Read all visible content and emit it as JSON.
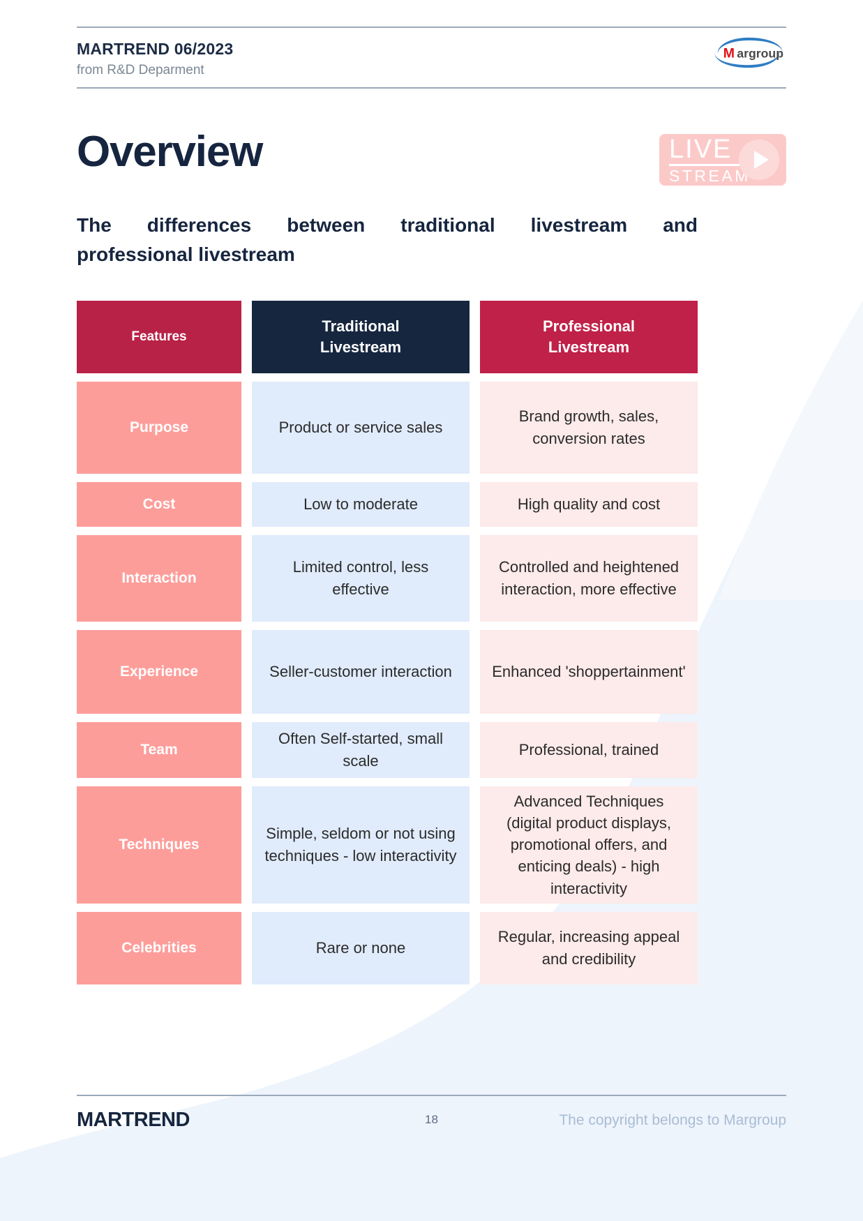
{
  "header": {
    "title": "MARTREND 06/2023",
    "subtitle": "from R&D Deparment",
    "logo_name": "Margroup",
    "logo_mark": "M",
    "logo_rest": "argroup"
  },
  "hero": {
    "title": "Overview",
    "badge": {
      "live": "LIVE",
      "stream": "STREAM",
      "play_icon": "play-icon"
    },
    "subtitle_line1": "The differences between traditional livestream and",
    "subtitle_line2": "professional livestream"
  },
  "table": {
    "columns": [
      "Features",
      "Traditional\nLivestream",
      "Professional\nLivestream"
    ],
    "headers": {
      "features": "Features",
      "traditional_l1": "Traditional",
      "traditional_l2": "Livestream",
      "professional_l1": "Professional",
      "professional_l2": "Livestream"
    },
    "rows": [
      {
        "feature": "Purpose",
        "traditional": "Product or service sales",
        "professional": "Brand growth, sales, conversion rates"
      },
      {
        "feature": "Cost",
        "traditional": "Low to moderate",
        "professional": "High quality and cost"
      },
      {
        "feature": "Interaction",
        "traditional": "Limited control, less effective",
        "professional": "Controlled and heightened interaction, more effective"
      },
      {
        "feature": "Experience",
        "traditional": "Seller-customer interaction",
        "professional": "Enhanced 'shoppertainment'"
      },
      {
        "feature": "Team",
        "traditional": "Often Self-started, small scale",
        "professional": "Professional, trained"
      },
      {
        "feature": "Techniques",
        "traditional": "Simple, seldom or not using techniques - low interactivity",
        "professional": "Advanced Techniques (digital product displays, promotional offers, and enticing deals) - high interactivity"
      },
      {
        "feature": "Celebrities",
        "traditional": "Rare or none",
        "professional": "Regular, increasing appeal and credibility"
      }
    ]
  },
  "footer": {
    "brand": "MARTREND",
    "page_number": "18",
    "copyright": "The copyright belongs to Margroup"
  },
  "colors": {
    "navy": "#16253f",
    "crimson": "#b92247",
    "crimson_alt": "#c02148",
    "salmon": "#fd9d9a",
    "light_blue": "#e0ebfb",
    "light_pink": "#fdeaea",
    "badge_pink": "#fcc9c9",
    "deco_blue": "#eef4fc",
    "logo_red": "#e1111a",
    "logo_blue": "#2f7dc4"
  }
}
